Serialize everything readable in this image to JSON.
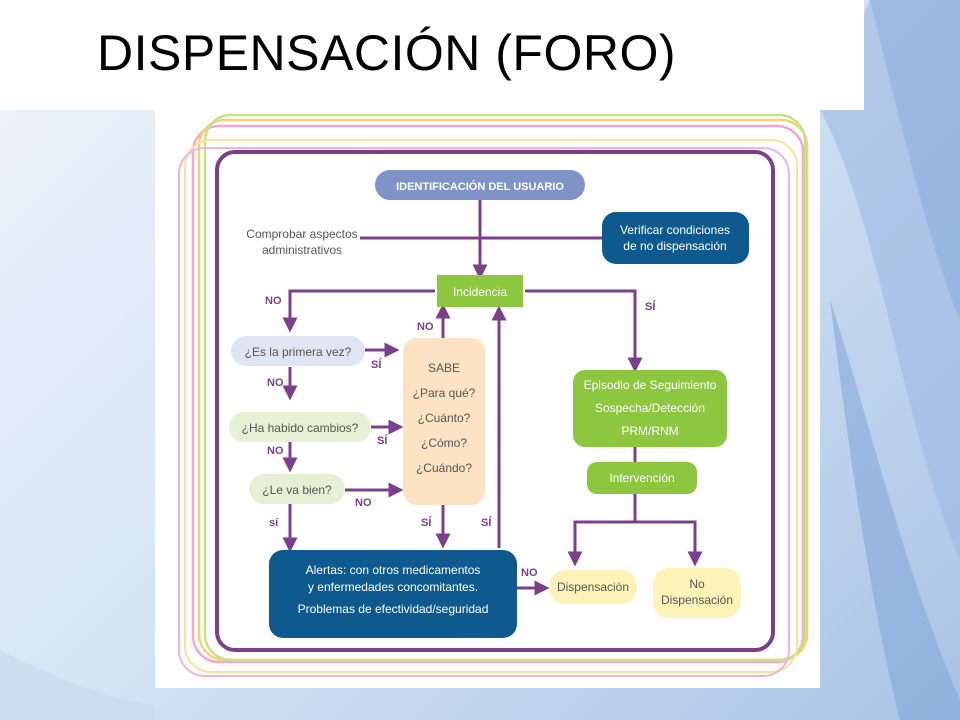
{
  "slide": {
    "title": "DISPENSACIÓN (FORO)"
  },
  "diagram": {
    "identificacion": "IDENTIFICACIÓN DEL USUARIO",
    "comprobar": [
      "Comprobar aspectos",
      "administrativos"
    ],
    "verificar": [
      "Verificar condiciones",
      "de no dispensación"
    ],
    "incidencia": "Incidencia",
    "primera_vez": "¿Es la primera vez?",
    "cambios": "¿Ha habido cambios?",
    "le_va_bien": "¿Le va bien?",
    "sabe": [
      "SABE",
      "¿Para qué?",
      "¿Cuánto?",
      "¿Cómo?",
      "¿Cuándo?"
    ],
    "episodio": [
      "Episodio de Seguimiento",
      "Sospecha/Detección",
      "PRM/RNM"
    ],
    "intervencion": "Intervención",
    "alertas": [
      "Alertas: con otros medicamentos",
      "y enfermedades concomitantes.",
      "Problemas de efectividad/seguridad"
    ],
    "dispensacion": "Dispensación",
    "no_dispensacion": [
      "No",
      "Dispensación"
    ],
    "labels": {
      "no": "NO",
      "si": "SÍ",
      "si_lower": "sí",
      "si_alt": "SÍ"
    }
  },
  "colors": {
    "frame": "#7b3f8c",
    "header_pill": "#7f93c6",
    "dark_blue": "#0e5a8e",
    "green": "#8dc63f",
    "light_lilac": "#dfe6f3",
    "light_green": "#e5f0d4",
    "peach": "#fde3c4",
    "yellow": "#fdf3b8"
  }
}
